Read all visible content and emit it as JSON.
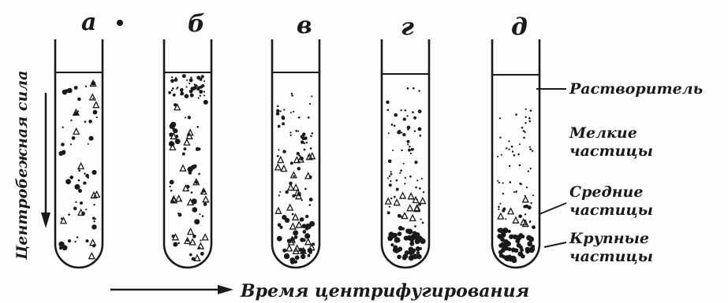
{
  "tubes": [
    {
      "letter": "а",
      "stage": "uniform"
    },
    {
      "letter": "б",
      "stage": "early"
    },
    {
      "letter": "в",
      "stage": "middle"
    },
    {
      "letter": "г",
      "stage": "late"
    },
    {
      "letter": "д",
      "stage": "separated"
    }
  ],
  "labels": {
    "solvent": "Растворитель",
    "fine_line1": "Мелкие",
    "fine_line2": "частицы",
    "medium_line1": "Средние",
    "medium_line2": "частицы",
    "coarse_line1": "Крупные",
    "coarse_line2": "частицы"
  },
  "axes": {
    "vertical": "Центробежная сила",
    "horizontal": "Время центрифугирования"
  },
  "colors": {
    "ink": "#1a1a1a",
    "background": "#fdfdfd"
  }
}
